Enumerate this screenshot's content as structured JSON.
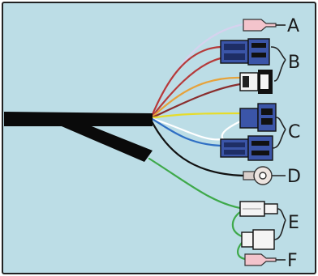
{
  "colors": {
    "background": "#bcdde6",
    "border": "#222222",
    "cable": "#0a0a0a",
    "connector_blue": "#3b55a8",
    "connector_blue_dark": "#1e2e66",
    "connector_pink": "#f3c4cc",
    "connector_white": "#f4f4f4",
    "wire_lavender": "#d6d2ee",
    "wire_red": "#b53a3a",
    "wire_orange": "#e6a23b",
    "wire_brown": "#8a2e2e",
    "wire_yellow": "#e6dc2b",
    "wire_white": "#ffffff",
    "wire_blue": "#2f6fc4",
    "wire_black": "#111111",
    "wire_green": "#3ea94a",
    "ring_terminal": "#ece4e0"
  },
  "labels": {
    "a": "A",
    "b": "B",
    "c": "C",
    "d": "D",
    "e": "E",
    "f": "F"
  },
  "icons": {
    "main_cable": "black-sheathed-cable",
    "pin_terminal": "pink-pin-terminal-icon",
    "blue_plug": "blue-connector-plug-icon",
    "white_plug": "white-connector-plug-icon",
    "ring": "ring-terminal-icon"
  }
}
